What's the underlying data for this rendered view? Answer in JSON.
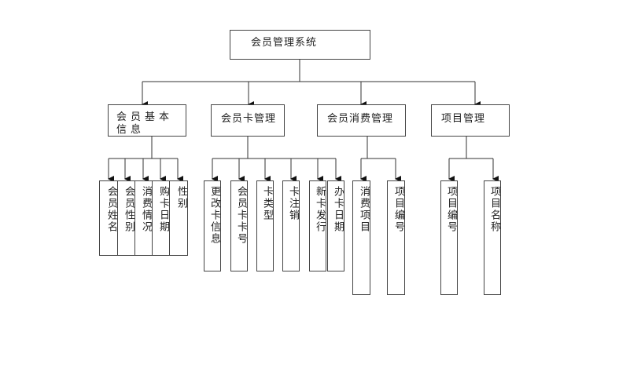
{
  "root": {
    "label": "会员管理系统"
  },
  "branches": [
    {
      "label": "会员基本信息",
      "children": [
        "会员姓名",
        "会员性别",
        "消费情况",
        "购卡日期",
        "性别"
      ]
    },
    {
      "label": "会员卡管理",
      "children": [
        "更改卡信息",
        "会员卡卡号",
        "卡类型",
        "卡注销",
        "新卡发行",
        "办卡日期"
      ]
    },
    {
      "label": "会员消费管理",
      "children": [
        "消费项目",
        "项目编号"
      ]
    },
    {
      "label": "项目管理",
      "children": [
        "项目编号",
        "项目名称"
      ]
    }
  ]
}
